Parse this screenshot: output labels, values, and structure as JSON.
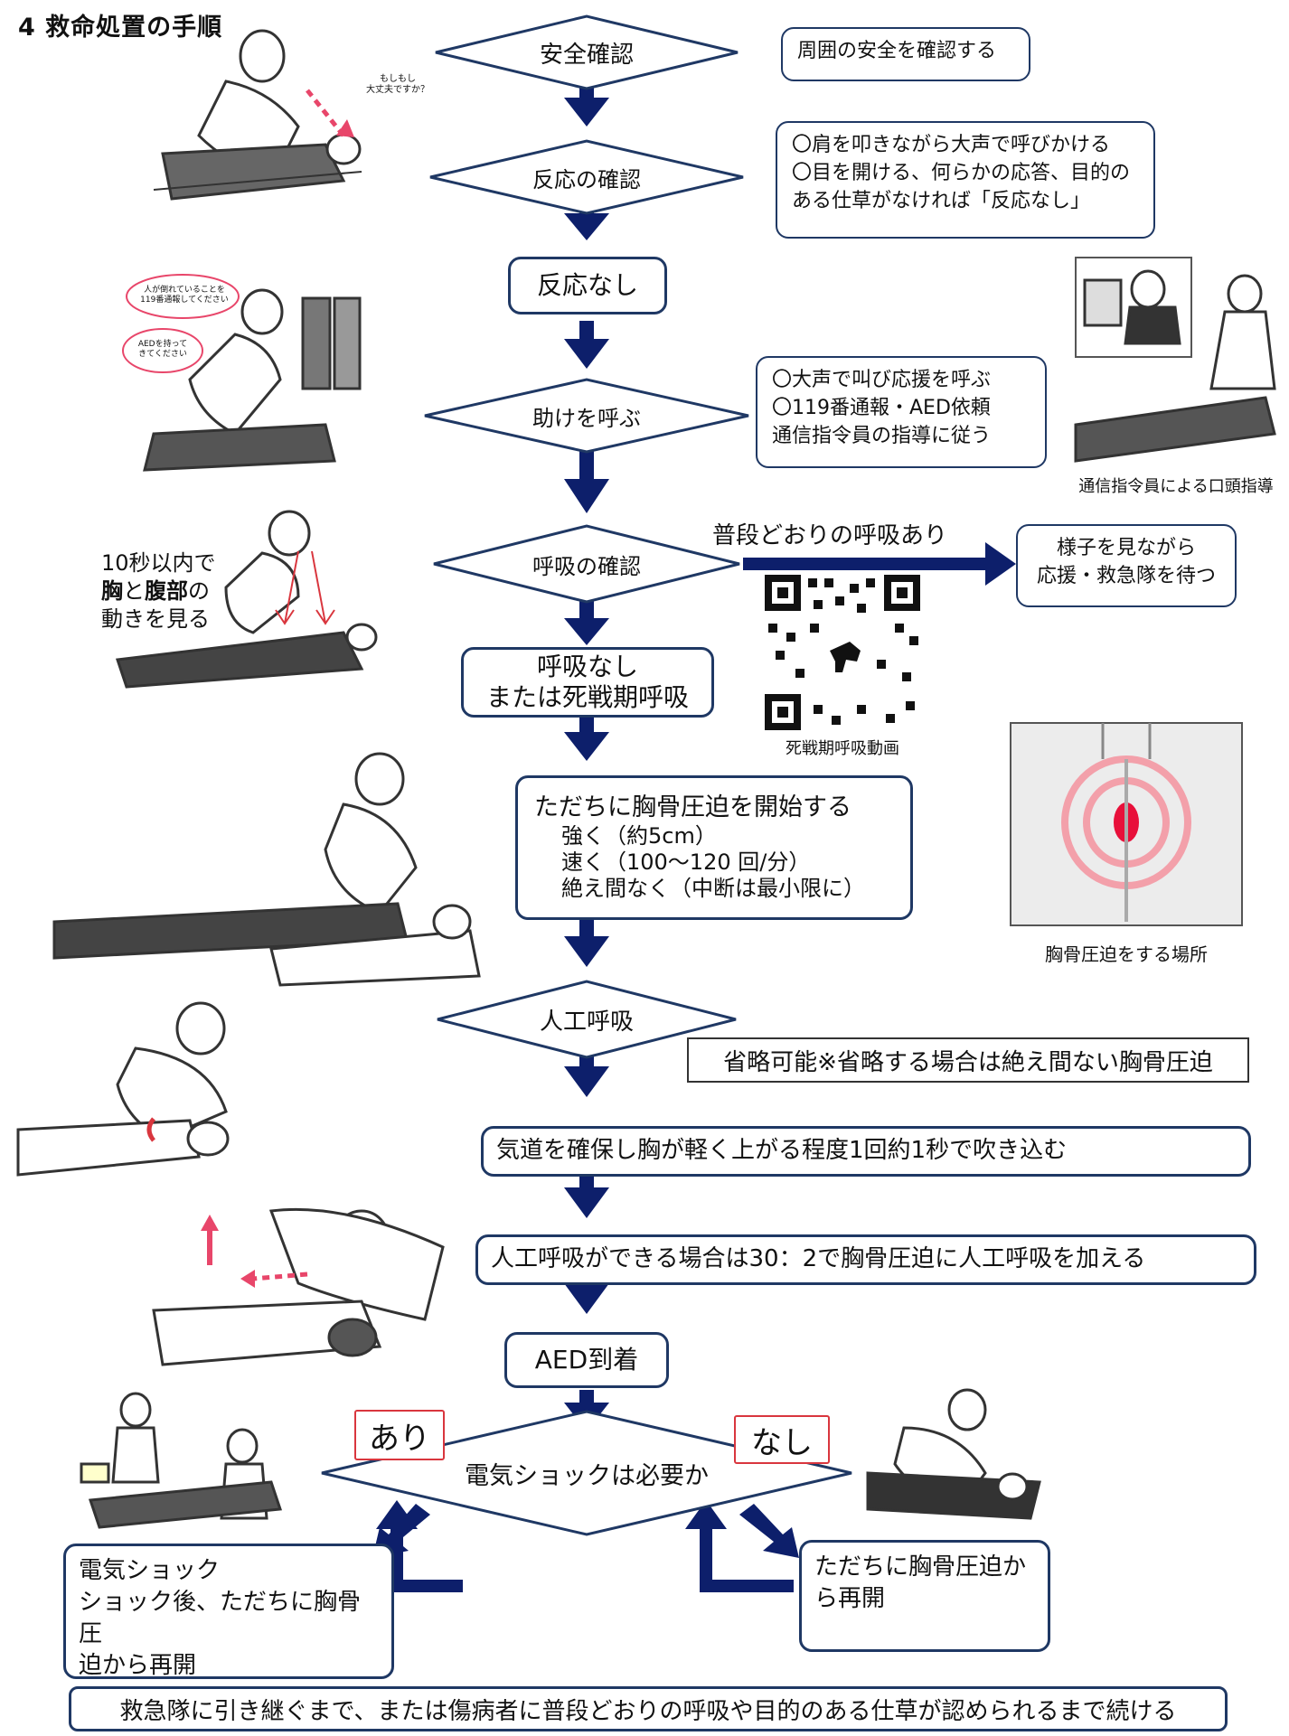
{
  "title": "4  救命処置の手順",
  "colors": {
    "navy": "#1f3864",
    "arrow": "#0d1f6b",
    "red": "#d9363e",
    "pink": "#e8466a"
  },
  "steps": {
    "safety": "安全確認",
    "response_check": "反応の確認",
    "no_response": "反応なし",
    "call_help": "助けを呼ぶ",
    "breathing_check": "呼吸の確認",
    "no_breathing_l1": "呼吸なし",
    "no_breathing_l2": "または死戦期呼吸",
    "compression_title": "ただちに胸骨圧迫を開始する",
    "compression_1": "強く（約5cm）",
    "compression_2": "速く（100～120 回/分）",
    "compression_3": "絶え間なく（中断は最小限に）",
    "rescue_breath": "人工呼吸",
    "airway": "気道を確保し胸が軽く上がる程度1回約1秒で吹き込む",
    "ratio": "人工呼吸ができる場合は30：2で胸骨圧迫に人工呼吸を加える",
    "aed_arrival": "AED到着",
    "shock_needed": "電気ショックは必要か",
    "shock_yes_l1": "電気ショック",
    "shock_yes_l2": "ショック後、ただちに胸骨圧",
    "shock_yes_l3": "迫から再開",
    "shock_no_l1": "ただちに胸骨圧迫か",
    "shock_no_l2": "ら再開",
    "final": "救急隊に引き継ぐまで、または傷病者に普段どおりの呼吸や目的のある仕草が認められるまで続ける"
  },
  "notes": {
    "safety": "周囲の安全を確認する",
    "response_1": "〇肩を叩きながら大声で呼びかける",
    "response_2": "〇目を開ける、何らかの応答、目的の",
    "response_3": "ある仕草がなければ「反応なし」",
    "help_1": "〇大声で叫び応援を呼ぶ",
    "help_2": "〇119番通報・AED依頼",
    "help_3": "通信指令員の指導に従う",
    "normal_breathing_branch": "普段どおりの呼吸あり",
    "wait_1": "様子を見ながら",
    "wait_2": "応援・救急隊を待つ",
    "skip": "省略可能※省略する場合は絶え間ない胸骨圧迫",
    "ten_sec_1": "10秒以内で",
    "ten_sec_chest": "胸",
    "ten_sec_and": "と",
    "ten_sec_abdomen": "腹部",
    "ten_sec_of": "の",
    "ten_sec_3": "動きを見る"
  },
  "badges": {
    "yes": "あり",
    "no": "なし"
  },
  "captions": {
    "dispatcher": "通信指令員による口頭指導",
    "qr": "死戦期呼吸動画",
    "compression_site": "胸骨圧迫をする場所",
    "bubble_hello_1": "もしもし",
    "bubble_hello_2": "大丈夫ですか？",
    "bubble_call_1": "人が倒れていることを",
    "bubble_call_2": "119番通報してください",
    "bubble_aed_1": "AEDを持って",
    "bubble_aed_2": "きてください"
  },
  "icons": [
    "person-checking-icon",
    "person-calling-icon",
    "dispatcher-icon",
    "breathing-check-icon",
    "qr-code-icon",
    "cpr-icon",
    "chest-diagram-icon",
    "airway-icon",
    "mouth-to-mouth-icon",
    "aed-scene-icon",
    "cpr-resume-icon"
  ]
}
